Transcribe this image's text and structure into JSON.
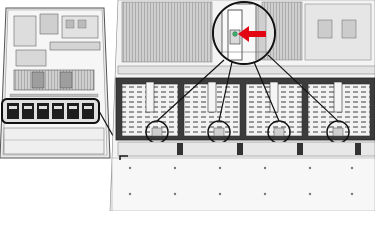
{
  "figure": {
    "kind": "server chassis fan module illustration",
    "highlight_color": "#1a1a1a",
    "arrow_color": "#e30613",
    "led_color": "#3cb371",
    "fan_modules": 4,
    "overview_fan_slots": 6
  }
}
